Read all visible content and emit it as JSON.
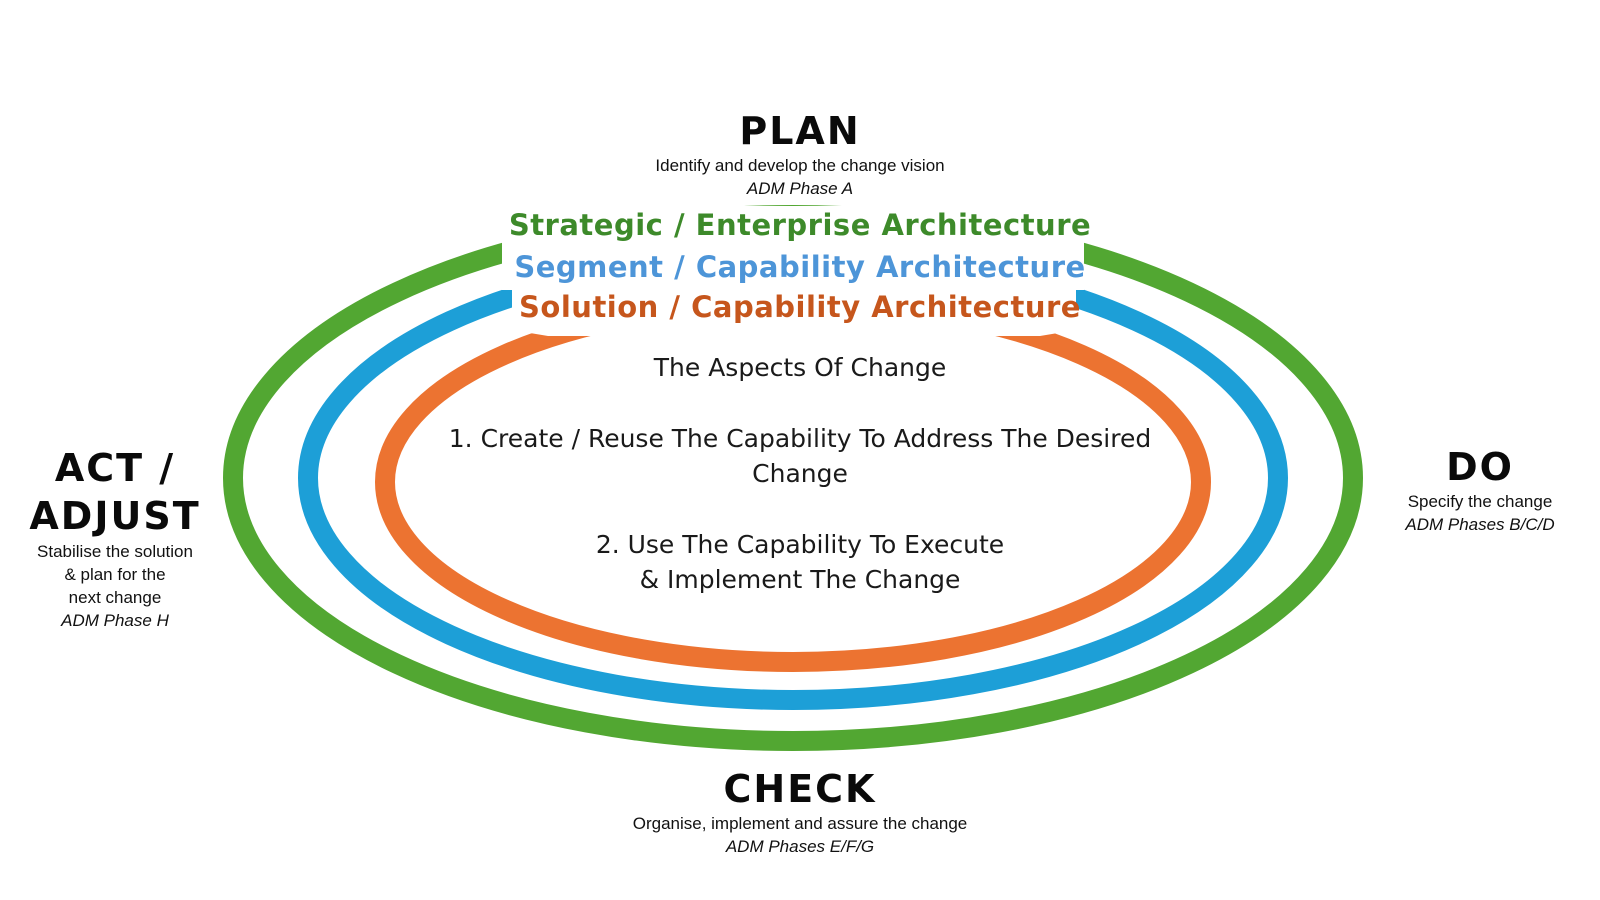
{
  "colors": {
    "green": "#52a732",
    "blue": "#1d9fd7",
    "orange": "#ec7331",
    "strategic_text": "#3d8a2a",
    "segment_text": "#4d95d8",
    "solution_text": "#c6561c"
  },
  "plan": {
    "title": "PLAN",
    "description": "Identify and develop the change vision",
    "adm": "ADM Phase A"
  },
  "do": {
    "title": "DO",
    "description": "Specify the change",
    "adm": "ADM Phases B/C/D"
  },
  "check": {
    "title": "CHECK",
    "description": "Organise, implement and assure the change",
    "adm": "ADM Phases E/F/G"
  },
  "act": {
    "title_line1": "ACT /",
    "title_line2": "ADJUST",
    "description_line1": "Stabilise the solution",
    "description_line2": "& plan for the",
    "description_line3": "next change",
    "adm": "ADM Phase H"
  },
  "levels": {
    "strategic": "Strategic / Enterprise Architecture",
    "segment": "Segment / Capability Architecture",
    "solution": "Solution / Capability Architecture"
  },
  "center": {
    "heading": "The Aspects Of Change",
    "aspect1_line1": "1. Create / Reuse The Capability To Address The Desired",
    "aspect1_line2": "Change",
    "aspect2_line1": "2. Use The Capability To Execute",
    "aspect2_line2": "& Implement The Change"
  }
}
